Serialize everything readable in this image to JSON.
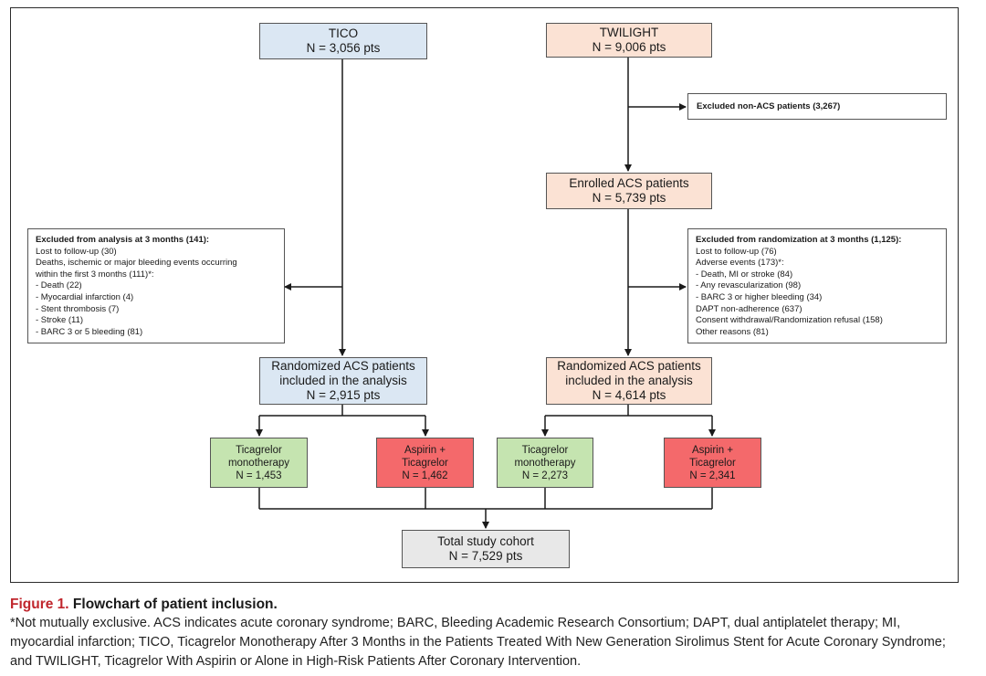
{
  "tico": {
    "title": "TICO",
    "n": "N = 3,056 pts"
  },
  "twilight": {
    "title": "TWILIGHT",
    "n": "N = 9,006 pts"
  },
  "excluded_non_acs": "Excluded non-ACS patients (3,267)",
  "enrolled_acs": {
    "title": "Enrolled ACS patients",
    "n": "N = 5,739 pts"
  },
  "tico_exclusion": {
    "header": "Excluded from analysis at 3 months (141):",
    "lines": [
      "Lost to follow-up (30)",
      "Deaths, ischemic or major bleeding events occurring",
      "within the first 3 months (111)*:",
      "- Death (22)",
      "- Myocardial infarction (4)",
      "- Stent thrombosis (7)",
      "- Stroke (11)",
      "- BARC 3 or 5 bleeding (81)"
    ]
  },
  "twilight_exclusion": {
    "header": "Excluded from randomization at 3 months (1,125):",
    "lines": [
      "Lost to follow-up (76)",
      "Adverse events (173)*:",
      "- Death, MI or stroke (84)",
      "- Any revascularization (98)",
      "- BARC 3 or higher bleeding (34)",
      "DAPT non-adherence (637)",
      "Consent withdrawal/Randomization refusal (158)",
      "Other reasons (81)"
    ]
  },
  "tico_randomized": {
    "line1": "Randomized ACS patients",
    "line2": "included in the analysis",
    "n": "N = 2,915 pts"
  },
  "twilight_randomized": {
    "line1": "Randomized ACS patients",
    "line2": "included in the analysis",
    "n": "N = 4,614 pts"
  },
  "arms": [
    {
      "line1": "Ticagrelor",
      "line2": "monotherapy",
      "n": "N = 1,453"
    },
    {
      "line1": "Aspirin +",
      "line2": "Ticagrelor",
      "n": "N = 1,462"
    },
    {
      "line1": "Ticagrelor",
      "line2": "monotherapy",
      "n": "N = 2,273"
    },
    {
      "line1": "Aspirin +",
      "line2": "Ticagrelor",
      "n": "N = 2,341"
    }
  ],
  "total": {
    "title": "Total study cohort",
    "n": "N = 7,529 pts"
  },
  "caption": {
    "figure_number": "Figure 1.",
    "figure_title": "Flowchart of patient inclusion.",
    "note": "*Not mutually exclusive. ACS indicates acute coronary syndrome; BARC, Bleeding Academic Research Consortium; DAPT, dual antiplatelet therapy; MI, myocardial infarction; TICO, Ticagrelor Monotherapy After 3 Months in the Patients Treated With New Generation Sirolimus Stent for Acute Coronary Syndrome; and TWILIGHT, Ticagrelor With Aspirin or Alone in High-Risk Patients After Coronary Intervention."
  },
  "colors": {
    "tico_fill": "#dbe7f3",
    "twilight_fill": "#fbe2d4",
    "monotherapy_fill": "#c5e4b0",
    "combination_fill": "#f4696b",
    "total_fill": "#e8e8e8",
    "caption_accent": "#c0262d"
  }
}
